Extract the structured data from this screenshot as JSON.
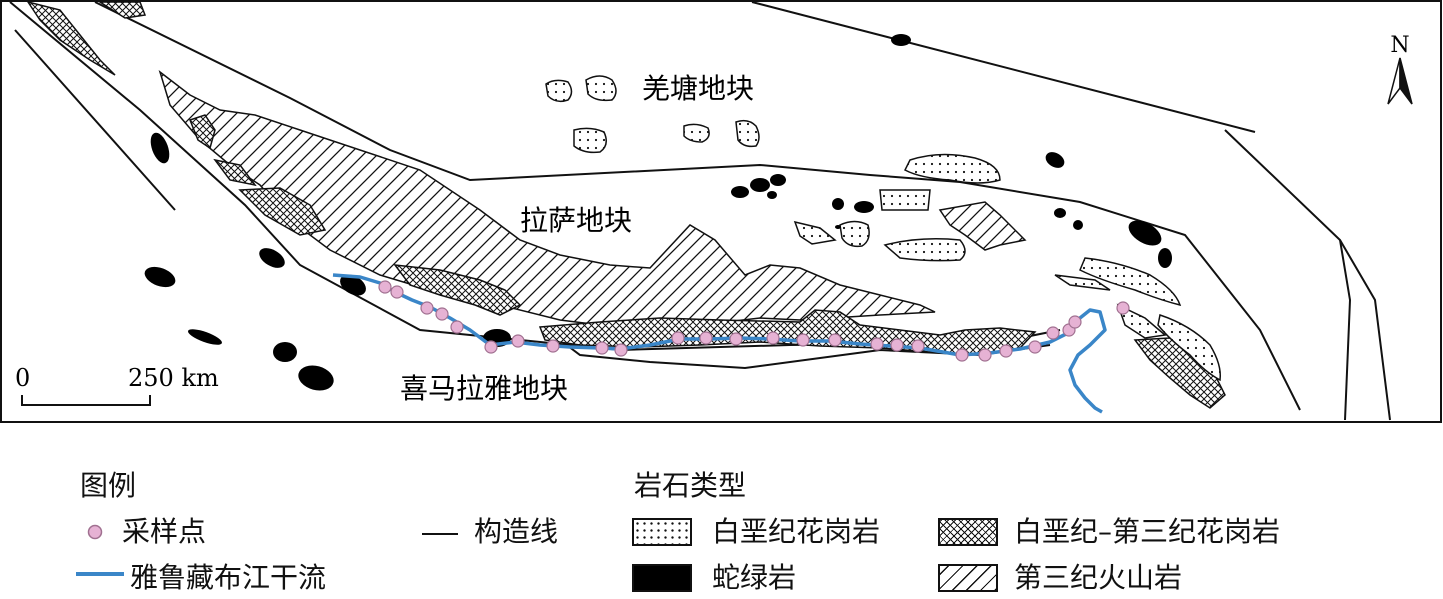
{
  "map": {
    "north_label": "N",
    "blocks": {
      "qiangtang": "羌塘地块",
      "lhasa": "拉萨地块",
      "himalaya": "喜马拉雅地块"
    },
    "scale": {
      "zero": "0",
      "end": "250 km"
    },
    "colors": {
      "river": "#3a86c8",
      "sample_fill": "#e6b2d4",
      "sample_stroke": "#a07090",
      "line": "#111111"
    }
  },
  "legend": {
    "title": "图例",
    "sample_point": "采样点",
    "tectonic_line": "构造线",
    "river": "雅鲁藏布江干流",
    "rock_title": "岩石类型",
    "rocks": {
      "cretaceous_granite": "白垩纪花岗岩",
      "cretaceous_tertiary_granite": "白垩纪–第三纪花岗岩",
      "ophiolite": "蛇绿岩",
      "tertiary_volcanic": "第三纪火山岩"
    }
  }
}
